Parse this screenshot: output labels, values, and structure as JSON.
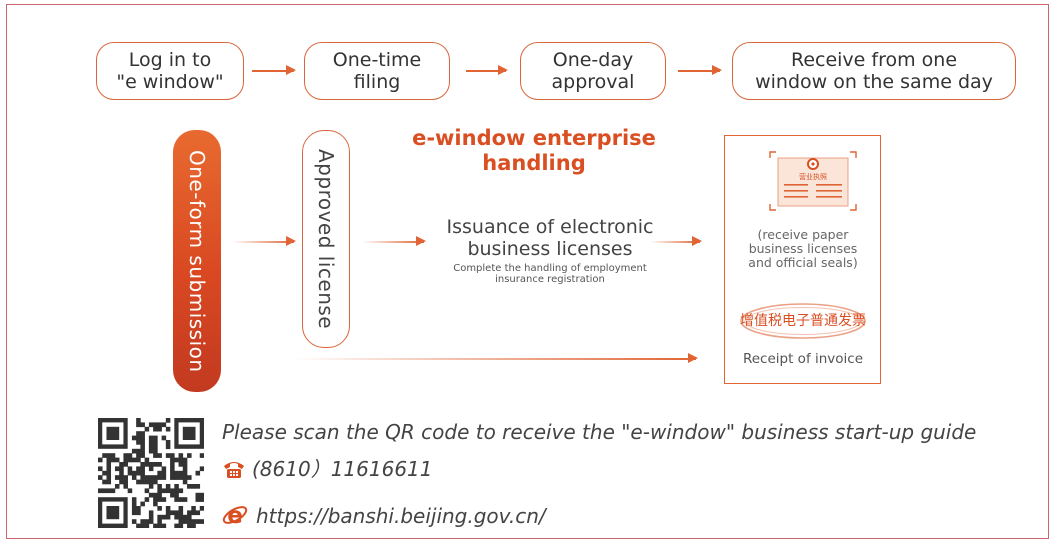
{
  "steps": [
    {
      "line1": "Log in to",
      "line2": "\"e window\""
    },
    {
      "line1": "One-time",
      "line2": "filing"
    },
    {
      "line1": "One-day",
      "line2": "approval"
    },
    {
      "line1": "Receive from one",
      "line2": "window on the same day"
    }
  ],
  "form_submission": "One-form submission",
  "approved_license": "Approved license",
  "enterprise_title_line1": "e-window enterprise",
  "enterprise_title_line2": "handling",
  "issuance_line1": "Issuance of electronic",
  "issuance_line2": "business licenses",
  "employment_line1": "Complete the handling of employment",
  "employment_line2": "insurance registration",
  "license_cert_label": "营业执照",
  "receive_line1": "(receive paper",
  "receive_line2": "business licenses",
  "receive_line3": "and official seals)",
  "invoice_stamp": "增值税电子普通发票",
  "invoice_receipt": "Receipt of invoice",
  "qr_text": "Please scan the QR code to receive the \"e-window\" business start-up guide",
  "phone": "(8610）11616611",
  "website": "https://banshi.beijing.gov.cn/",
  "colors": {
    "accent": "#e06434",
    "accent_dark": "#d94f22",
    "frame": "#c9656c"
  }
}
